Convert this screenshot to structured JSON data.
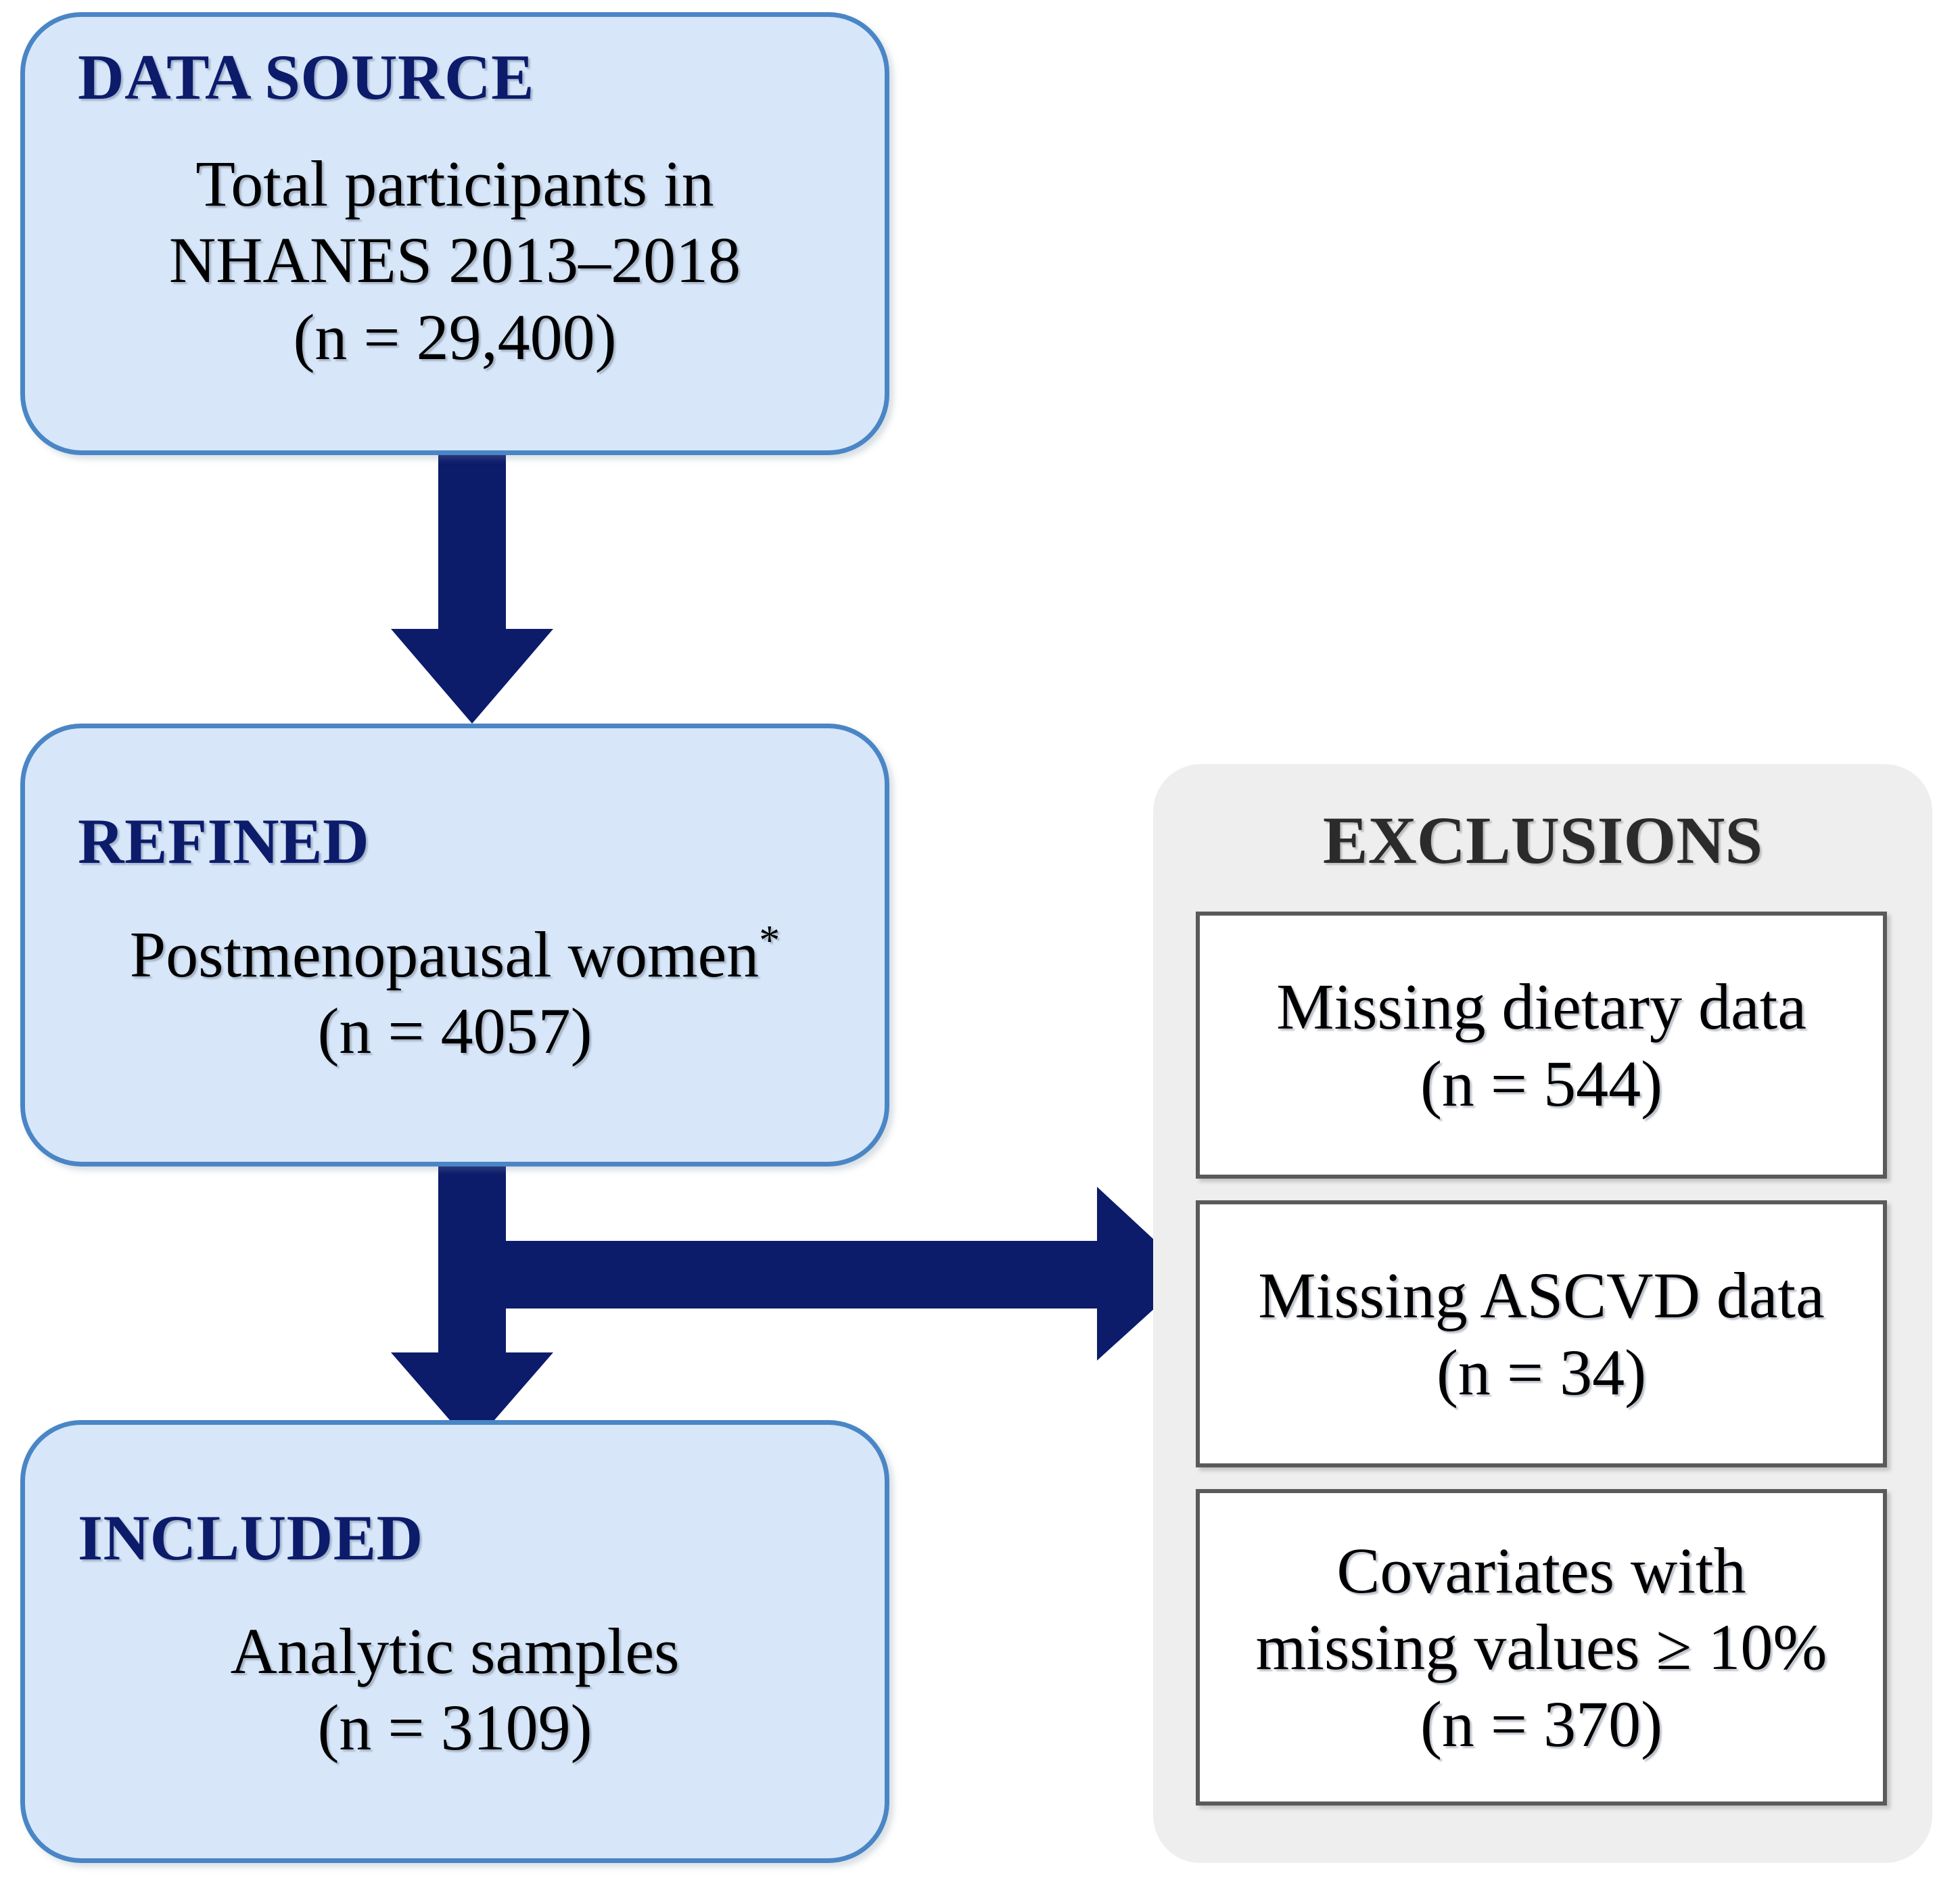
{
  "flowchart": {
    "type": "participant-selection-flow-diagram",
    "colors": {
      "box_fill": "#d7e7f9",
      "box_border": "#4a86c5",
      "stage_label": "#0d1b6b",
      "arrow": "#0d1b6b",
      "panel_fill": "#eeeeee",
      "exclusion_border": "#5a5a5a",
      "text": "#000000"
    },
    "nodes": [
      {
        "id": "data-source",
        "stage_label": "DATA SOURCE",
        "lines": [
          "Total participants in",
          "NHANES 2013–2018",
          "(n = 29,400)"
        ],
        "n": 29400
      },
      {
        "id": "refined",
        "stage_label": "REFINED",
        "lines": [
          "Postmenopausal women",
          "(n = 4057)"
        ],
        "footnote_marker": "*",
        "n": 4057
      },
      {
        "id": "included",
        "stage_label": "INCLUDED",
        "lines": [
          "Analytic samples",
          "(n = 3109)"
        ],
        "n": 3109
      }
    ],
    "exclusions": {
      "title": "EXCLUSIONS",
      "items": [
        {
          "lines": [
            "Missing dietary data",
            "(n = 544)"
          ],
          "n": 544
        },
        {
          "lines": [
            "Missing ASCVD data",
            "(n = 34)"
          ],
          "n": 34
        },
        {
          "lines": [
            "Covariates with",
            "missing values ≥ 10%",
            "(n = 370)"
          ],
          "n": 370
        }
      ]
    },
    "edges": [
      {
        "from": "data-source",
        "to": "refined",
        "direction": "down"
      },
      {
        "from": "refined",
        "to": "included",
        "direction": "down"
      },
      {
        "from": "refined",
        "to": "exclusions",
        "direction": "right"
      }
    ]
  }
}
